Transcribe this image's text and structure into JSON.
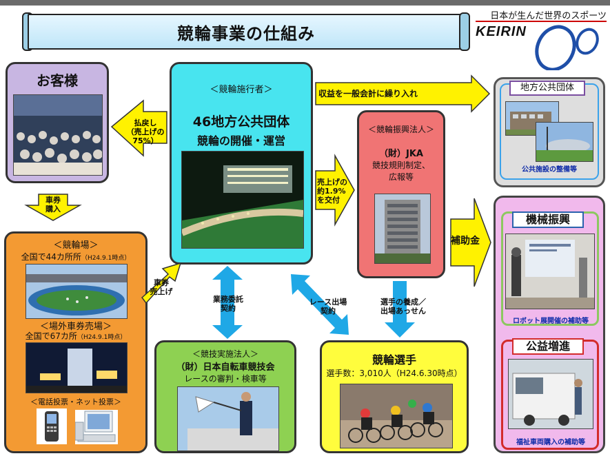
{
  "title": "競輪事業の仕組み",
  "brand": {
    "tagline": "日本が生んだ世界のスポーツ",
    "name": "KEIRIN"
  },
  "customers": {
    "title": "お客様"
  },
  "organizer": {
    "label": "＜競輪施行者＞",
    "title": "46地方公共団体",
    "subtitle": "競輪の開催・運営"
  },
  "jka": {
    "label": "＜競輪振興法人＞",
    "name": "（財）JKA",
    "desc1": "競技規則制定、",
    "desc2": "広報等"
  },
  "local_gov": {
    "title": "地方公共団体",
    "caption": "公共施設の整備等"
  },
  "machine": {
    "title": "機械振興",
    "caption": "ロボット展開催の補助等"
  },
  "public": {
    "title": "公益増進",
    "caption": "福祉車両購入の補助等"
  },
  "venue": {
    "label": "＜競輪場＞",
    "count": "全国で44カ所所",
    "date": "（H24.9.1時点）",
    "offsite_label": "＜場外車券売場＞",
    "offsite_count": "全国で67カ所",
    "offsite_date": "（H24.9.1時点）",
    "vote_label": "＜電話投票・ネット投票＞"
  },
  "executor": {
    "label": "＜競技実施法人＞",
    "name": "（財）日本自転車競技会",
    "desc": "レースの審判・検車等"
  },
  "riders": {
    "title": "競輪選手",
    "count": "選手数：3,010人（H24.6.30時点）"
  },
  "arrows": {
    "refund": [
      "払戻し",
      "（売上げの",
      "75%）"
    ],
    "buy": [
      "車券",
      "購入"
    ],
    "sales": [
      "車券",
      "売上げ"
    ],
    "revenue": "収益を一般会計に繰り入れ",
    "grant": [
      "売上げの",
      "約1.9%",
      "を交付"
    ],
    "subsidy": "補助金",
    "commission": [
      "業務委託",
      "契約"
    ],
    "race": [
      "レース出場",
      "契約"
    ],
    "training": [
      "選手の養成／",
      "出場あっせん"
    ]
  }
}
